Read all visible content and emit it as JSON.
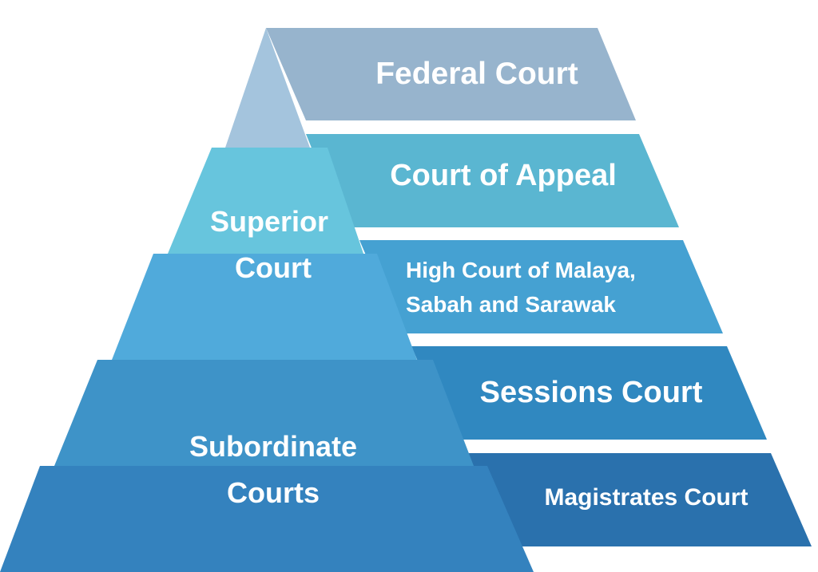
{
  "levels": [
    {
      "label": "Federal Court",
      "color": "#97b4cd"
    },
    {
      "label": "Court of Appeal",
      "color": "#5ab6d1"
    },
    {
      "label_line1": "High Court of Malaya,",
      "label_line2": "Sabah and Sarawak",
      "color": "#45a1d2"
    },
    {
      "label": "Sessions Court",
      "color": "#3088c0"
    },
    {
      "label": "Magistrates Court",
      "color": "#2a71ad"
    }
  ],
  "groups": {
    "superior": {
      "line1": "Superior",
      "line2": "Court"
    },
    "subordinate": {
      "line1": "Subordinate",
      "line2": "Courts"
    }
  },
  "pyramid_colors": [
    "#a4c4dd",
    "#67c5dd",
    "#50aadb",
    "#3e93c8",
    "#3482be"
  ]
}
